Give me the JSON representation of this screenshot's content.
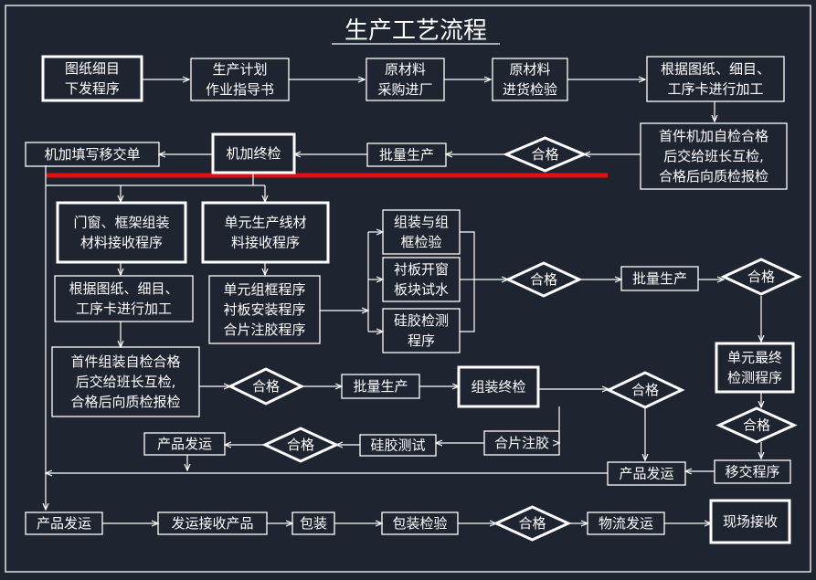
{
  "title": "生产工艺流程",
  "colors": {
    "background": "#1e2430",
    "stroke": "#ffffff",
    "highlight": "#e01010"
  },
  "nodes": {
    "n1": [
      "图纸细目",
      "下发程序"
    ],
    "n2": [
      "生产计划",
      "作业指导书"
    ],
    "n3": [
      "原材料",
      "采购进厂"
    ],
    "n4": [
      "原材料",
      "进货检验"
    ],
    "n5": [
      "根据图纸、细目、",
      "工序卡进行加工"
    ],
    "n6": [
      "首件机加自检合格",
      "后交给班长互检,",
      "合格后向质检报检"
    ],
    "d1": [
      "合格"
    ],
    "n7": [
      "批量生产"
    ],
    "n8": [
      "机加终检"
    ],
    "n9": [
      "机加填写移交单"
    ],
    "n10": [
      "门窗、框架组装",
      "材料接收程序"
    ],
    "n11": [
      "单元生产线材",
      "料接收程序"
    ],
    "n12": [
      "根据图纸、细目、",
      "工序卡进行加工"
    ],
    "n13": [
      "单元组框程序",
      "衬板安装程序",
      "合片注胶程序"
    ],
    "n14": [
      "组装与组",
      "框检验"
    ],
    "n15": [
      "衬板开窗",
      "板块试水"
    ],
    "n16": [
      "硅胶检测",
      "程序"
    ],
    "d2": [
      "合格"
    ],
    "n17": [
      "批量生产"
    ],
    "d3": [
      "合格"
    ],
    "n18": [
      "首件组装自检合格",
      "后交给班长互检,",
      "合格后向质检报检"
    ],
    "d4": [
      "合格"
    ],
    "n19": [
      "批量生产"
    ],
    "n20": [
      "组装终检"
    ],
    "d5": [
      "合格"
    ],
    "n21": [
      "单元最终",
      "检测程序"
    ],
    "d6": [
      "合格"
    ],
    "n22": [
      "产品发运"
    ],
    "d7": [
      "合格"
    ],
    "n23": [
      "硅胶测试"
    ],
    "n24": [
      "合片注胶"
    ],
    "n25": [
      "产品发运"
    ],
    "n26": [
      "移交程序"
    ],
    "n27": [
      "产品发运"
    ],
    "n28": [
      "发运接收产品"
    ],
    "n29": [
      "包装"
    ],
    "n30": [
      "包装检验"
    ],
    "d8": [
      "合格"
    ],
    "n31": [
      "物流发运"
    ],
    "n32": [
      "现场接收"
    ]
  }
}
